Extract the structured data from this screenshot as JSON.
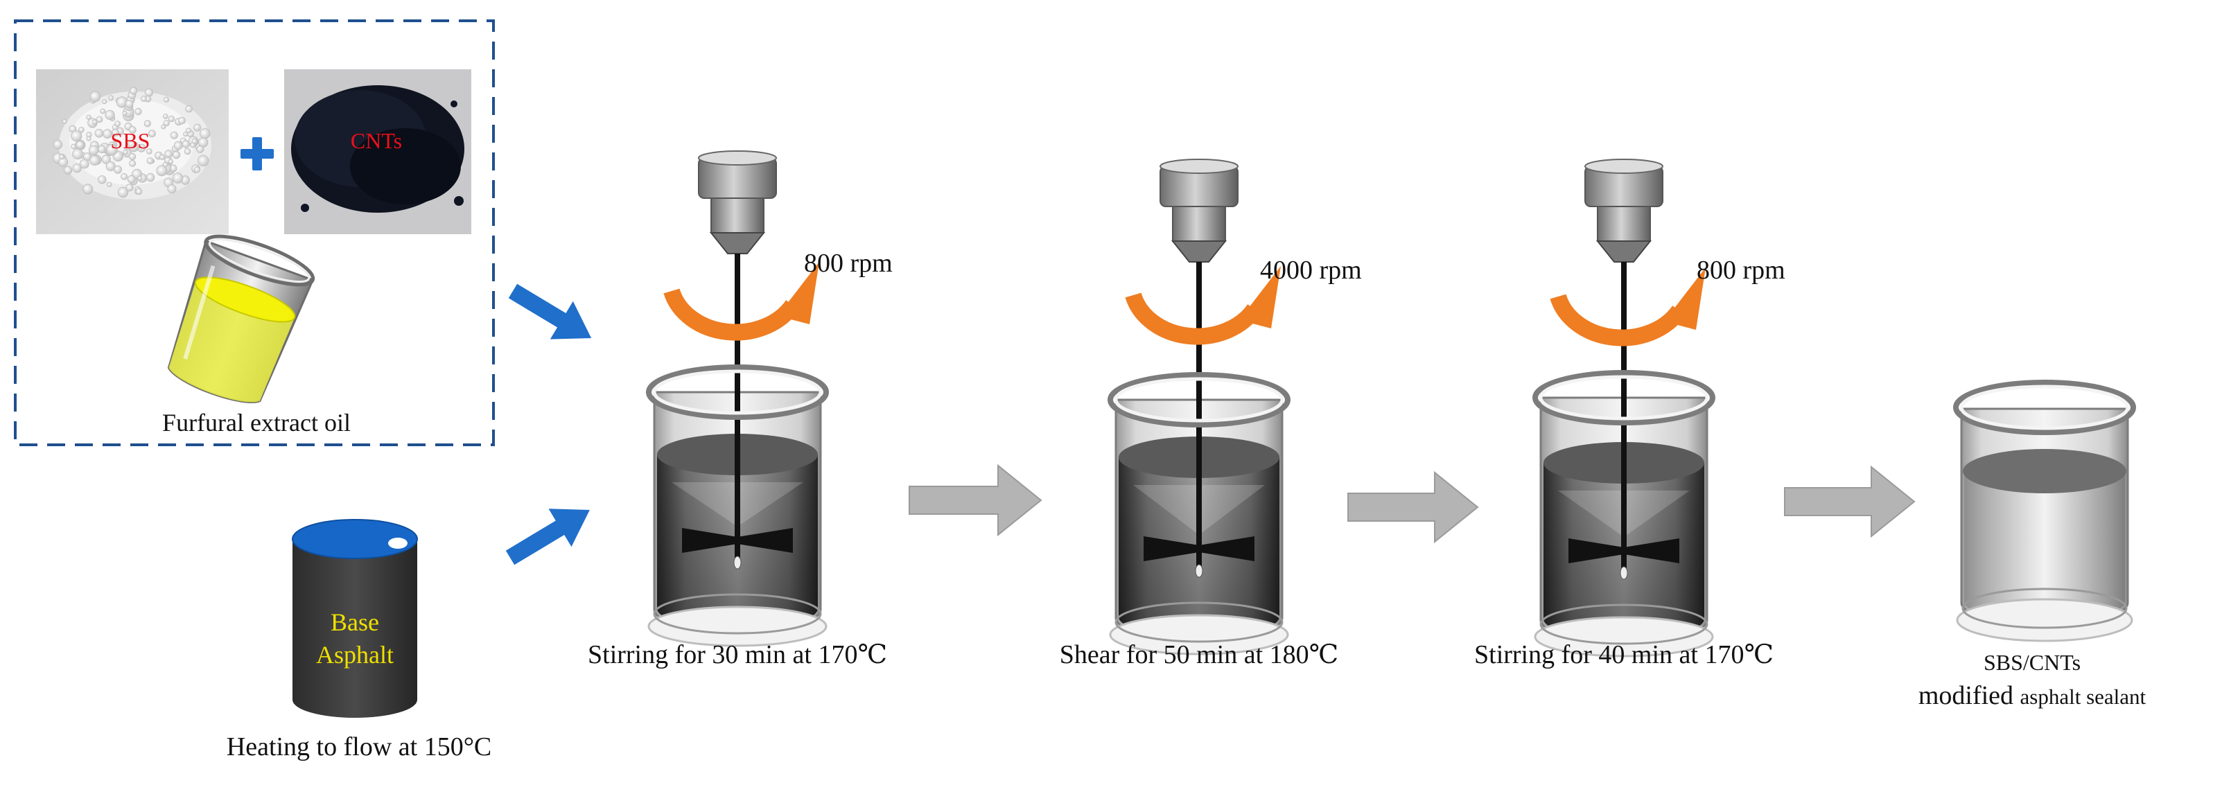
{
  "ingredients": {
    "sbs_label": "SBS",
    "cnts_label": "CNTs",
    "oil_label": "Furfural extract oil",
    "label_color": "#e8101a"
  },
  "base": {
    "label_line1": "Base",
    "label_line2": "Asphalt",
    "caption": "Heating to flow at 150°C",
    "lid_color": "#1767c9",
    "label_color": "#f0e000"
  },
  "steps": [
    {
      "rpm": "800 rpm",
      "caption": "Stirring for 30 min at 170℃"
    },
    {
      "rpm": "4000 rpm",
      "caption": "Shear for 50 min at 180℃"
    },
    {
      "rpm": "800 rpm",
      "caption": "Stirring for 40 min at 170℃"
    }
  ],
  "product": {
    "caption_line1": "SBS/CNTs",
    "caption_line2_a": "modified ",
    "caption_line2_b": "asphalt sealant"
  },
  "colors": {
    "dashed_box": "#1f4f8f",
    "blue_arrow": "#1f6fcb",
    "rotation_arrow": "#ef7d22",
    "process_arrow": "#b4b4b4"
  }
}
